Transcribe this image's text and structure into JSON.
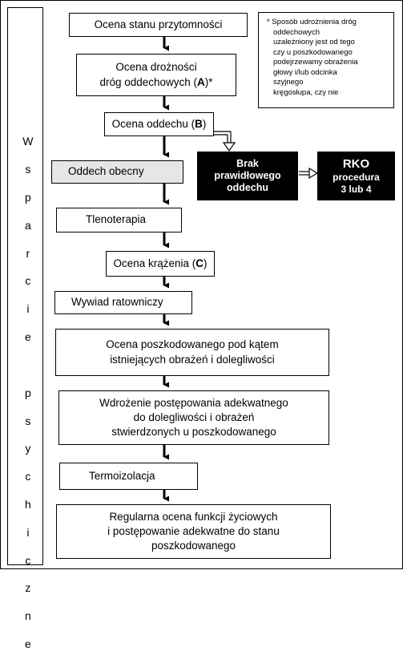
{
  "side_panel": {
    "label_lines": [
      "W",
      "s",
      "p",
      "a",
      "r",
      "c",
      "i",
      "e",
      "",
      "p",
      "s",
      "y",
      "c",
      "h",
      "i",
      "c",
      "z",
      "n",
      "e"
    ]
  },
  "note": {
    "lines": [
      "* Sposób udrożnienia dróg",
      "oddechowych",
      "uzależniony jest od tego",
      "czy u poszkodowanego",
      "podejrzewamy obrażenia",
      "głowy i/lub odcinka",
      "szyjnego",
      "kręgosłupa, czy nie"
    ]
  },
  "steps": {
    "consciousness": "Ocena stanu przytomności",
    "airway_line1": "Ocena drożności",
    "airway_line2_pre": "dróg oddechowych (",
    "airway_letter": "A",
    "airway_line2_post": ")*",
    "breathing_pre": "Ocena oddechu (",
    "breathing_letter": "B",
    "breathing_post": ")",
    "breathing_present": "Oddech obecny",
    "no_breathing_line1": "Brak",
    "no_breathing_line2": "prawidłowego",
    "no_breathing_line3": "oddechu",
    "cpr_line1": "RKO",
    "cpr_line2": "procedura",
    "cpr_line3": "3 lub 4",
    "oxygen": "Tlenoterapia",
    "circulation_pre": "Ocena krążenia (",
    "circulation_letter": "C",
    "circulation_post": ")",
    "interview": "Wywiad ratowniczy",
    "injuries_line1": "Ocena poszkodowanego pod kątem",
    "injuries_line2": "istniejących obrażeń i dolegliwości",
    "procedure_line1": "Wdrożenie postępowania adekwatnego",
    "procedure_line2": "do dolegliwości i obrażeń",
    "procedure_line3": "stwierdzonych u poszkodowanego",
    "thermal": "Termoizolacja",
    "regular_line1": "Regularna ocena funkcji życiowych",
    "regular_line2": "i postępowanie adekwatne do stanu",
    "regular_line3": "poszkodowanego"
  },
  "colors": {
    "gray_box": "#e6e6e6",
    "black_box": "#000000"
  }
}
